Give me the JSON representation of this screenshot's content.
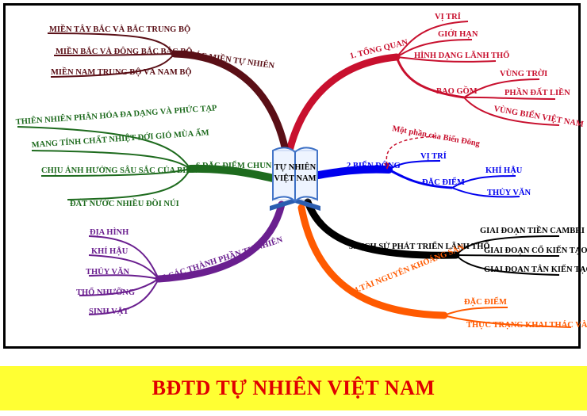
{
  "center": {
    "line1": "TỰ NHIÊN",
    "line2": "VIỆT NAM"
  },
  "banner": "BĐTD TỰ NHIÊN VIỆT NAM",
  "colors": {
    "red": "#c8102e",
    "blue": "#0000ee",
    "black": "#000000",
    "orange": "#ff5a00",
    "purple": "#6a1f8f",
    "green": "#1e6b1e",
    "brown": "#5a0f16"
  },
  "branches": {
    "b1": {
      "label": "1. TỔNG QUAN",
      "children": [
        "VỊ TRÍ",
        "GIỚI HẠN",
        "HÌNH DẠNG LÃNH THỔ"
      ],
      "sub_label": "BAO GỒM",
      "sub_children": [
        "VÙNG TRỜI",
        "PHẦN ĐẤT LIỀN",
        "VÙNG BIỂN VIỆT NAM"
      ]
    },
    "b2": {
      "label": "2.BIỂN ĐÔNG",
      "note": "Một phần của Biển Đông",
      "children": [
        "VỊ TRÍ"
      ],
      "sub_label": "ĐẶC ĐIỂM",
      "sub_children": [
        "KHÍ HẬU",
        "THỦY VĂN"
      ]
    },
    "b3": {
      "label": "3.LỊCH SỬ PHÁT TRIỂN LÃNH THỔ",
      "children": [
        "GIAI ĐOẠN TIỀN CAMBRI",
        "GIAI ĐOẠN CỔ KIẾN TẠO",
        "GIAI ĐOẠN TÂN KIẾN TẠO"
      ]
    },
    "b4": {
      "label": "4.TÀI NGUYÊN KHOÁNG SẢN",
      "children": [
        "ĐẶC ĐIỂM",
        "THỰC TRẠNG KHAI THÁC VÀ BẢO VỆ"
      ]
    },
    "b5": {
      "label": "5.CÁC THÀNH PHẦN TỰ NHIÊN",
      "children": [
        "ĐỊA HÌNH",
        "KHÍ HẬU",
        "THỦY VĂN",
        "THỔ NHƯỠNG",
        "SINH VẬT"
      ]
    },
    "b6": {
      "label": "6.ĐẶC ĐIỂM CHUNG",
      "children": [
        "THIÊN NHIÊN PHÂN HÓA ĐA DẠNG VÀ PHỨC TẠP",
        "MANG TÍNH CHẤT NHIỆT ĐỚI GIÓ MÙA ẨM",
        "CHỊU ẢNH HƯỞNG SÂU SẮC CỦA BIỂN",
        "ĐẤT NƯỚC NHIỀU ĐỒI NÚI"
      ]
    },
    "b7": {
      "label": "7.CÁC MIỀN TỰ NHIÊN",
      "children": [
        "MIỀN TÂY BẮC VÀ BẮC TRUNG BỘ",
        "MIỀN BẮC VÀ ĐÔNG BẮC BẮC BỘ",
        "MIỀN NAM TRUNG BỘ VÀ NAM BỘ"
      ]
    }
  }
}
